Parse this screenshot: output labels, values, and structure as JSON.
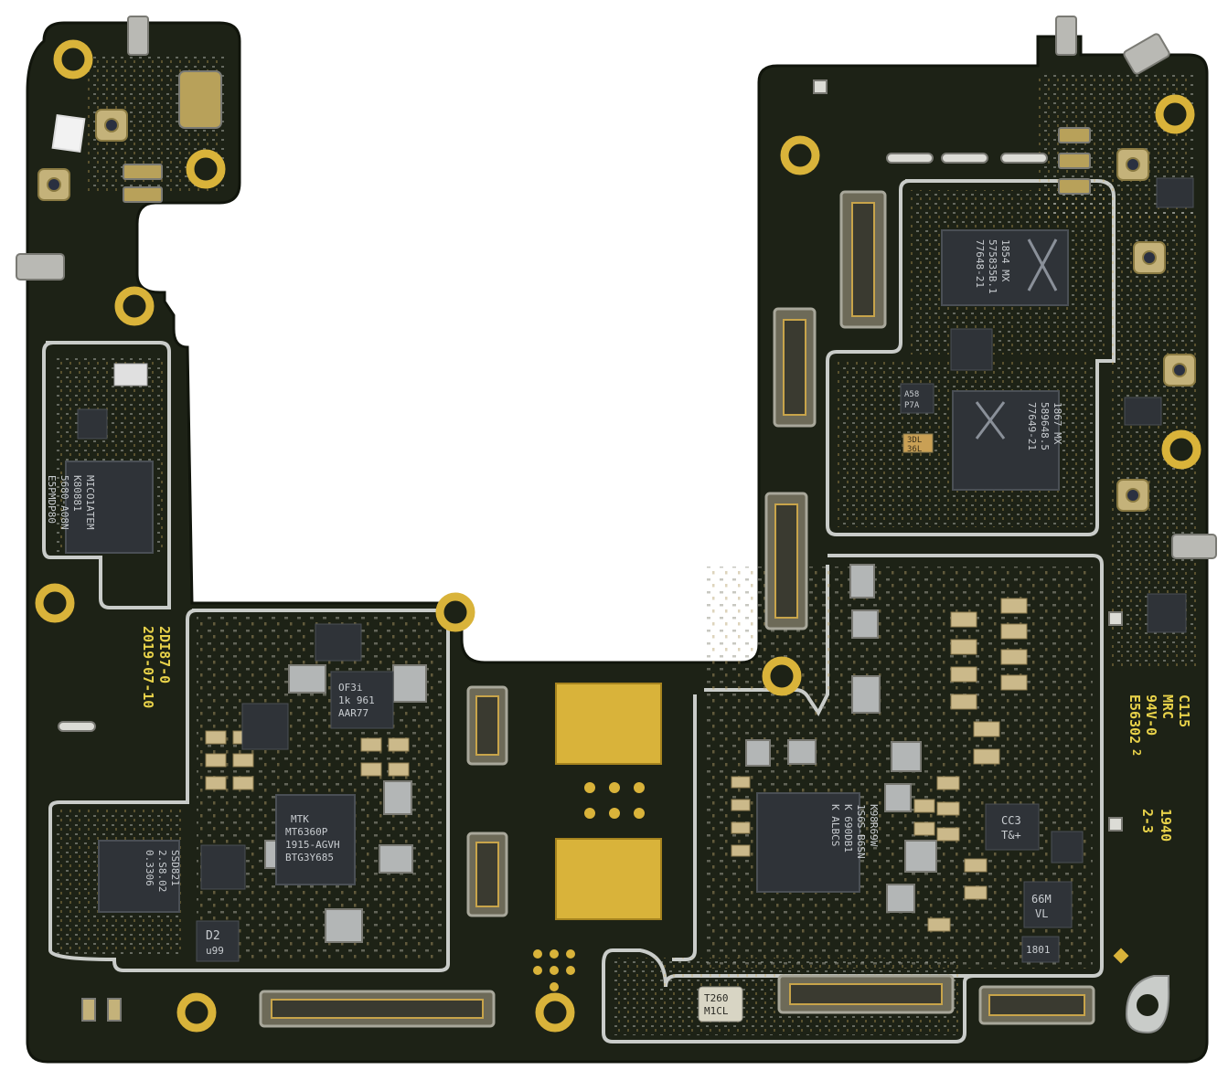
{
  "colors": {
    "background": "#ffffff",
    "pcb": "#1d2216",
    "pcb_edge": "#11150c",
    "shield": "#c9ccc9",
    "gold": "#d9b33a",
    "gold_dark": "#a5831f",
    "chip": "#2f3338",
    "chip_text": "#c8ccd0",
    "silkscreen": "#e8d24a",
    "component": "#b9b9b4",
    "capacitor": "#cbb98a"
  },
  "silkscreen": {
    "serial_line1": "2DI87-0",
    "serial_line2": "2019-07-10",
    "cert_line1": "E56302",
    "cert_suffix": "2",
    "cert_line2": "94V-0",
    "cert_line3": "MRC",
    "cert_line4": "C115",
    "date_line1": "2-3",
    "date_line2": "1940"
  },
  "chips": {
    "main_soc": {
      "lines": [
        "MTK",
        "MT6360P",
        "1915-AGVH",
        "BTG3Y685"
      ]
    },
    "memory": {
      "lines": [
        "MICO1ATEM",
        "K80881",
        "5680-A08N",
        "E5PMDP80"
      ]
    },
    "rf_chip_1": {
      "lines": [
        "77648-21",
        "575835B.1",
        "1854 MX"
      ]
    },
    "rf_chip_2": {
      "lines": [
        "77649-21",
        "589648.5",
        "1867 MX"
      ]
    },
    "pmic": {
      "lines": [
        "K ALBCS",
        "K 690DB1",
        "1S6S-B6SN",
        "K98R69W"
      ]
    },
    "left_chip": {
      "lines": [
        "0.3306",
        "2.S8.02",
        "SSD821"
      ]
    },
    "small_of31": {
      "lines": [
        "OF3i",
        "1k 961",
        "AAR77"
      ]
    },
    "small_d2": {
      "lines": [
        "D2",
        "u99"
      ]
    },
    "small_66m": {
      "lines": [
        "66M",
        "VL"
      ]
    },
    "small_1801": {
      "lines": [
        "1801"
      ]
    },
    "small_t260": {
      "lines": [
        "T260",
        "M1CL"
      ]
    },
    "small_cc3": {
      "lines": [
        "CC3",
        "T&+"
      ]
    },
    "small_a58": {
      "lines": [
        "A58",
        "P7A"
      ]
    },
    "small_3dl": {
      "lines": [
        "3DL",
        "36L"
      ]
    }
  }
}
